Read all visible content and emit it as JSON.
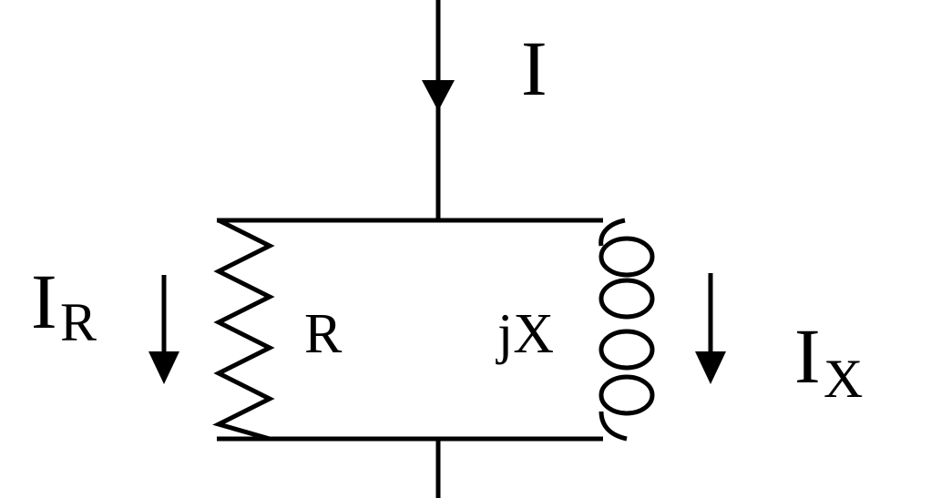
{
  "labels": {
    "source_current": "I",
    "resistor_current_main": "I",
    "resistor_current_sub": "R",
    "resistor_name": "R",
    "inductor_name": "jX",
    "inductor_current_main": "I",
    "inductor_current_sub": "X"
  },
  "colors": {
    "line": "#000000",
    "background": "#ffffff"
  },
  "icons": {
    "resistor": "zigzag-resistor-symbol",
    "inductor": "coil-inductor-symbol",
    "arrows": "down-arrow"
  }
}
